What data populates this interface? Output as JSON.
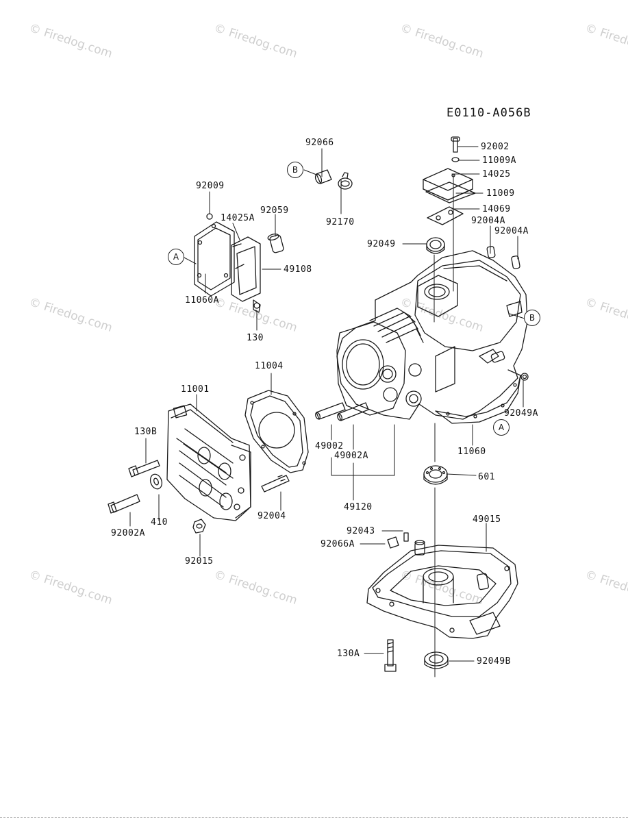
{
  "diagram_code": "E0110-A056B",
  "watermark": "© Firedog.com",
  "callouts": {
    "a": "A",
    "b": "B"
  },
  "parts": {
    "p92066": "92066",
    "p92170": "92170",
    "p92009": "92009",
    "p14025A": "14025A",
    "p92059": "92059",
    "p49108": "49108",
    "p11060A": "11060A",
    "p130": "130",
    "p92002": "92002",
    "p11009A": "11009A",
    "p14025": "14025",
    "p11009": "11009",
    "p14069": "14069",
    "p92004A_1": "92004A",
    "p92004A_2": "92004A",
    "p92049": "92049",
    "p11004": "11004",
    "p11001": "11001",
    "p130B": "130B",
    "p92002A": "92002A",
    "p410": "410",
    "p92004": "92004",
    "p92015": "92015",
    "p49002": "49002",
    "p49002A": "49002A",
    "p49120": "49120",
    "p92049A": "92049A",
    "p11060": "11060",
    "p601": "601",
    "p49015": "49015",
    "p92043": "92043",
    "p92066A": "92066A",
    "p130A": "130A",
    "p92049B": "92049B"
  }
}
